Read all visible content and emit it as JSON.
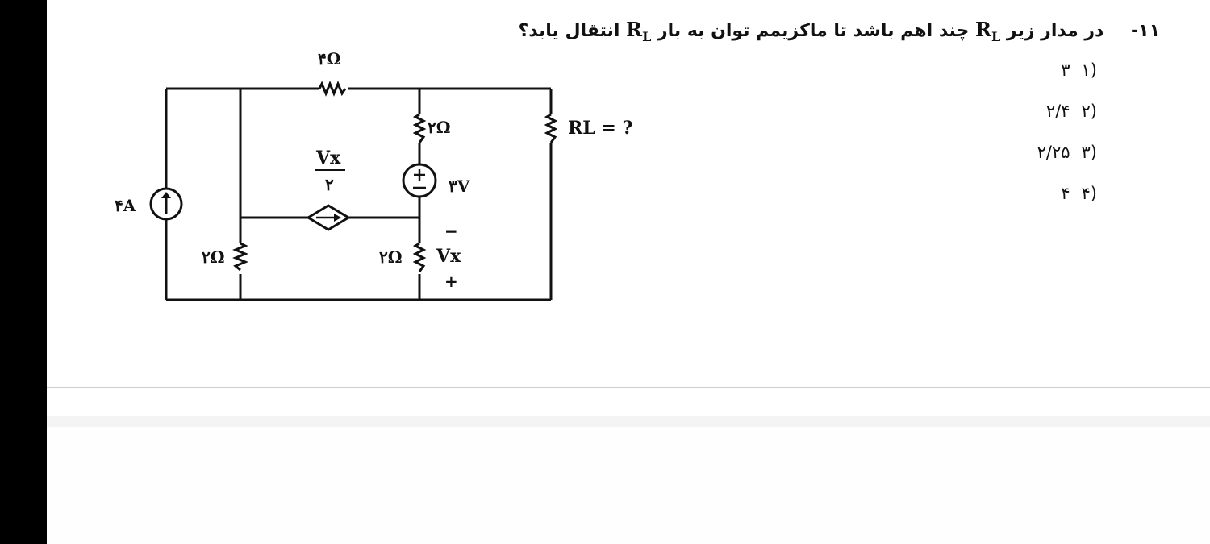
{
  "question": {
    "number": "۱۱-",
    "text_part1": "در مدار زیر",
    "rl_symbol": "R",
    "rl_sub": "L",
    "text_part2": "چند اهم باشد تا ماکزیمم توان به بار",
    "text_part3": "انتقال یابد؟"
  },
  "options": [
    {
      "num": "(۱",
      "value": "۳"
    },
    {
      "num": "(۲",
      "value": "۲/۴"
    },
    {
      "num": "(۳",
      "value": "۲/۲۵"
    },
    {
      "num": "(۴",
      "value": "۴"
    }
  ],
  "circuit": {
    "r_top": "۴Ω",
    "r_mid_top": "۲Ω",
    "source_voltage": "۳V",
    "current_source": "۴A",
    "r_left": "۲Ω",
    "r_mid_bottom": "۲Ω",
    "dependent_source_num": "Vx",
    "dependent_source_den": "۲",
    "vx_label": "Vx",
    "vx_minus": "−",
    "vx_plus": "+",
    "load_label": "RL = ?"
  }
}
